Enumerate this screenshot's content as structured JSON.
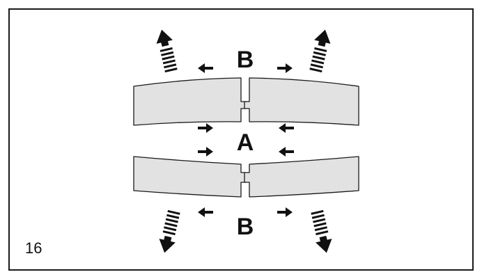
{
  "figure_number": "16",
  "labels": {
    "top": "B",
    "middle": "A",
    "bottom": "B"
  },
  "colors": {
    "panel_fill": "#e2e2e2",
    "outline": "#1a1a1a",
    "arrow": "#111111",
    "background": "#ffffff"
  },
  "icons": {
    "dashed_arrow": "dashed-arrow-icon",
    "small_arrow": "small-arrow-icon"
  }
}
